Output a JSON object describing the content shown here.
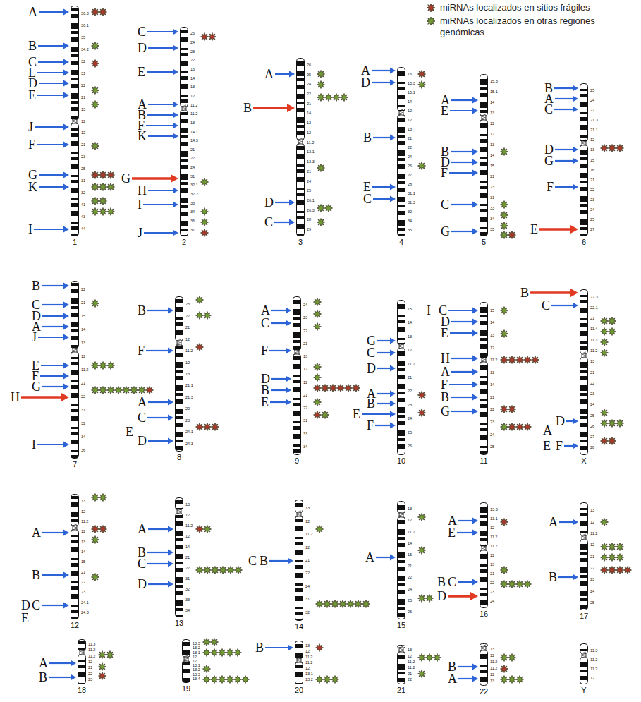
{
  "diagram": {
    "nodes": [
      {
        "text": [
          "1"
        ]
      },
      {
        "text": [
          "2"
        ]
      },
      {
        "text": [
          "3"
        ]
      },
      {
        "text": [
          "4"
        ]
      },
      {
        "text": [
          "5"
        ]
      },
      {
        "text": [
          "6"
        ]
      },
      {
        "text": [
          "7"
        ]
      },
      {
        "text": [
          "8"
        ]
      },
      {
        "text": [
          "9"
        ]
      },
      {
        "text": [
          "10"
        ]
      },
      {
        "text": [
          "11"
        ]
      },
      {
        "text": [
          "X"
        ]
      },
      {
        "text": [
          "12"
        ]
      },
      {
        "text": [
          "13"
        ]
      },
      {
        "text": [
          "14"
        ]
      },
      {
        "text": [
          "15"
        ]
      },
      {
        "text": [
          "16"
        ]
      },
      {
        "text": [
          "17"
        ]
      },
      {
        "text": [
          "18"
        ]
      },
      {
        "text": [
          "19"
        ]
      },
      {
        "text": [
          "20"
        ]
      },
      {
        "text": [
          "21"
        ]
      },
      {
        "text": [
          "22"
        ]
      },
      {
        "text": [
          "Y"
        ]
      }
    ],
    "labels": [
      "A",
      "B",
      "C",
      "L",
      "D",
      "E",
      "J",
      "F",
      "G",
      "K",
      "I",
      "36.3",
      "36.1",
      "35",
      "34.2",
      "32",
      "31",
      "22",
      "21",
      "13",
      "12",
      "12",
      "21",
      "23",
      "25",
      "31",
      "32",
      "41",
      "43",
      "44",
      "C",
      "D",
      "E",
      "A",
      "B",
      "F",
      "K",
      "G",
      "H",
      "I",
      "J",
      "25",
      "24",
      "23",
      "22",
      "16",
      "14",
      "13",
      "12",
      "11.2",
      "11.2",
      "13",
      "14.1",
      "14.3",
      "21",
      "22",
      "24",
      "31",
      "32.1",
      "32.2",
      "33",
      "34",
      "36",
      "37",
      "A",
      "B",
      "D",
      "C",
      "26",
      "25",
      "24",
      "22",
      "21",
      "14",
      "13",
      "12",
      "11.2",
      "13.1",
      "13.3",
      "21",
      "24",
      "25",
      "26.1",
      "26.3",
      "28",
      "29",
      "A",
      "D",
      "B",
      "E",
      "C",
      "16",
      "15.3",
      "15.1",
      "14",
      "12",
      "12",
      "13",
      "21",
      "22",
      "24",
      "26",
      "27",
      "28",
      "31.1",
      "31.3",
      "32",
      "34",
      "35",
      "A",
      "E",
      "B",
      "D",
      "F",
      "C",
      "G",
      "15.3",
      "15.1",
      "14",
      "13",
      "12",
      "12",
      "13",
      "14",
      "15",
      "21",
      "23",
      "31",
      "33",
      "34",
      "35",
      "B",
      "A",
      "C",
      "D",
      "G",
      "F",
      "E",
      "25",
      "24",
      "22",
      "21.3",
      "21.1",
      "12",
      "13",
      "15",
      "16",
      "21",
      "22",
      "23",
      "24",
      "25",
      "27",
      "B",
      "C",
      "D",
      "A",
      "J",
      "E",
      "F",
      "G",
      "H",
      "I",
      "22",
      "21",
      "15",
      "14",
      "13",
      "12",
      "11.2",
      "21",
      "22",
      "31",
      "32",
      "34",
      "36",
      "B",
      "F",
      "A",
      "C",
      "E",
      "D",
      "23",
      "22",
      "21",
      "12",
      "11.2",
      "12",
      "13",
      "21.1",
      "21.3",
      "22",
      "23",
      "24.1",
      "24.3",
      "A",
      "C",
      "F",
      "D",
      "B",
      "E",
      "24",
      "23",
      "22",
      "21",
      "13",
      "12",
      "12",
      "21",
      "22",
      "31",
      "33",
      "34",
      "G",
      "C",
      "D",
      "A",
      "B",
      "E",
      "F",
      "15",
      "14",
      "13",
      "12",
      "11.2",
      "21",
      "22",
      "23",
      "24",
      "25",
      "26",
      "I",
      "C",
      "D",
      "E",
      "H",
      "A",
      "F",
      "B",
      "G",
      "15",
      "14",
      "13",
      "12",
      "11.2",
      "13",
      "14",
      "21",
      "22",
      "23",
      "24",
      "25",
      "B",
      "C",
      "D",
      "A",
      "E",
      "F",
      "22.3",
      "22.1",
      "21",
      "11.4",
      "11.3",
      "11.2",
      "13",
      "21",
      "22",
      "23",
      "24",
      "25",
      "26",
      "27",
      "28",
      "A",
      "B",
      "D",
      "C",
      "E",
      "13",
      "12",
      "11.2",
      "12",
      "13",
      "14",
      "15",
      "21",
      "22",
      "23",
      "24.1",
      "24.3",
      "A",
      "B",
      "C",
      "D",
      "13",
      "12",
      "11.2",
      "12",
      "14",
      "21",
      "22",
      "31",
      "32",
      "33",
      "34",
      "C",
      "B",
      "13",
      "12",
      "11.2",
      "12",
      "21",
      "22",
      "24",
      "31",
      "32",
      "A",
      "13",
      "12",
      "11.2",
      "14",
      "15",
      "21",
      "22",
      "24",
      "25",
      "26",
      "A",
      "E",
      "B",
      "C",
      "D",
      "13.3",
      "13.1",
      "12",
      "11.2",
      "11.2",
      "12",
      "13",
      "21",
      "22",
      "23",
      "24",
      "A",
      "B",
      "13",
      "12",
      "11.2",
      "12",
      "21",
      "22",
      "23",
      "24",
      "25",
      "A",
      "B",
      "11.3",
      "11.2",
      "11.2",
      "12",
      "21",
      "22",
      "23",
      "13.3",
      "13.2",
      "13.1",
      "12",
      "12",
      "13.1",
      "13.2",
      "13.3",
      "13.4",
      "B",
      "13",
      "12",
      "11.2",
      "11.2",
      "12",
      "13.1",
      "13.2",
      "13",
      "12",
      "11.2",
      "11.2",
      "21",
      "22",
      "B",
      "A",
      "13",
      "12",
      "11.2",
      "11.2",
      "12",
      "13",
      "11.3",
      "11.2",
      "11.2",
      "12"
    ],
    "legend": [
      {
        "text": "miRNAs localizados en sitios frágiles"
      },
      {
        "text": "miRNAs localizados en otras regiones genómicas"
      }
    ]
  }
}
